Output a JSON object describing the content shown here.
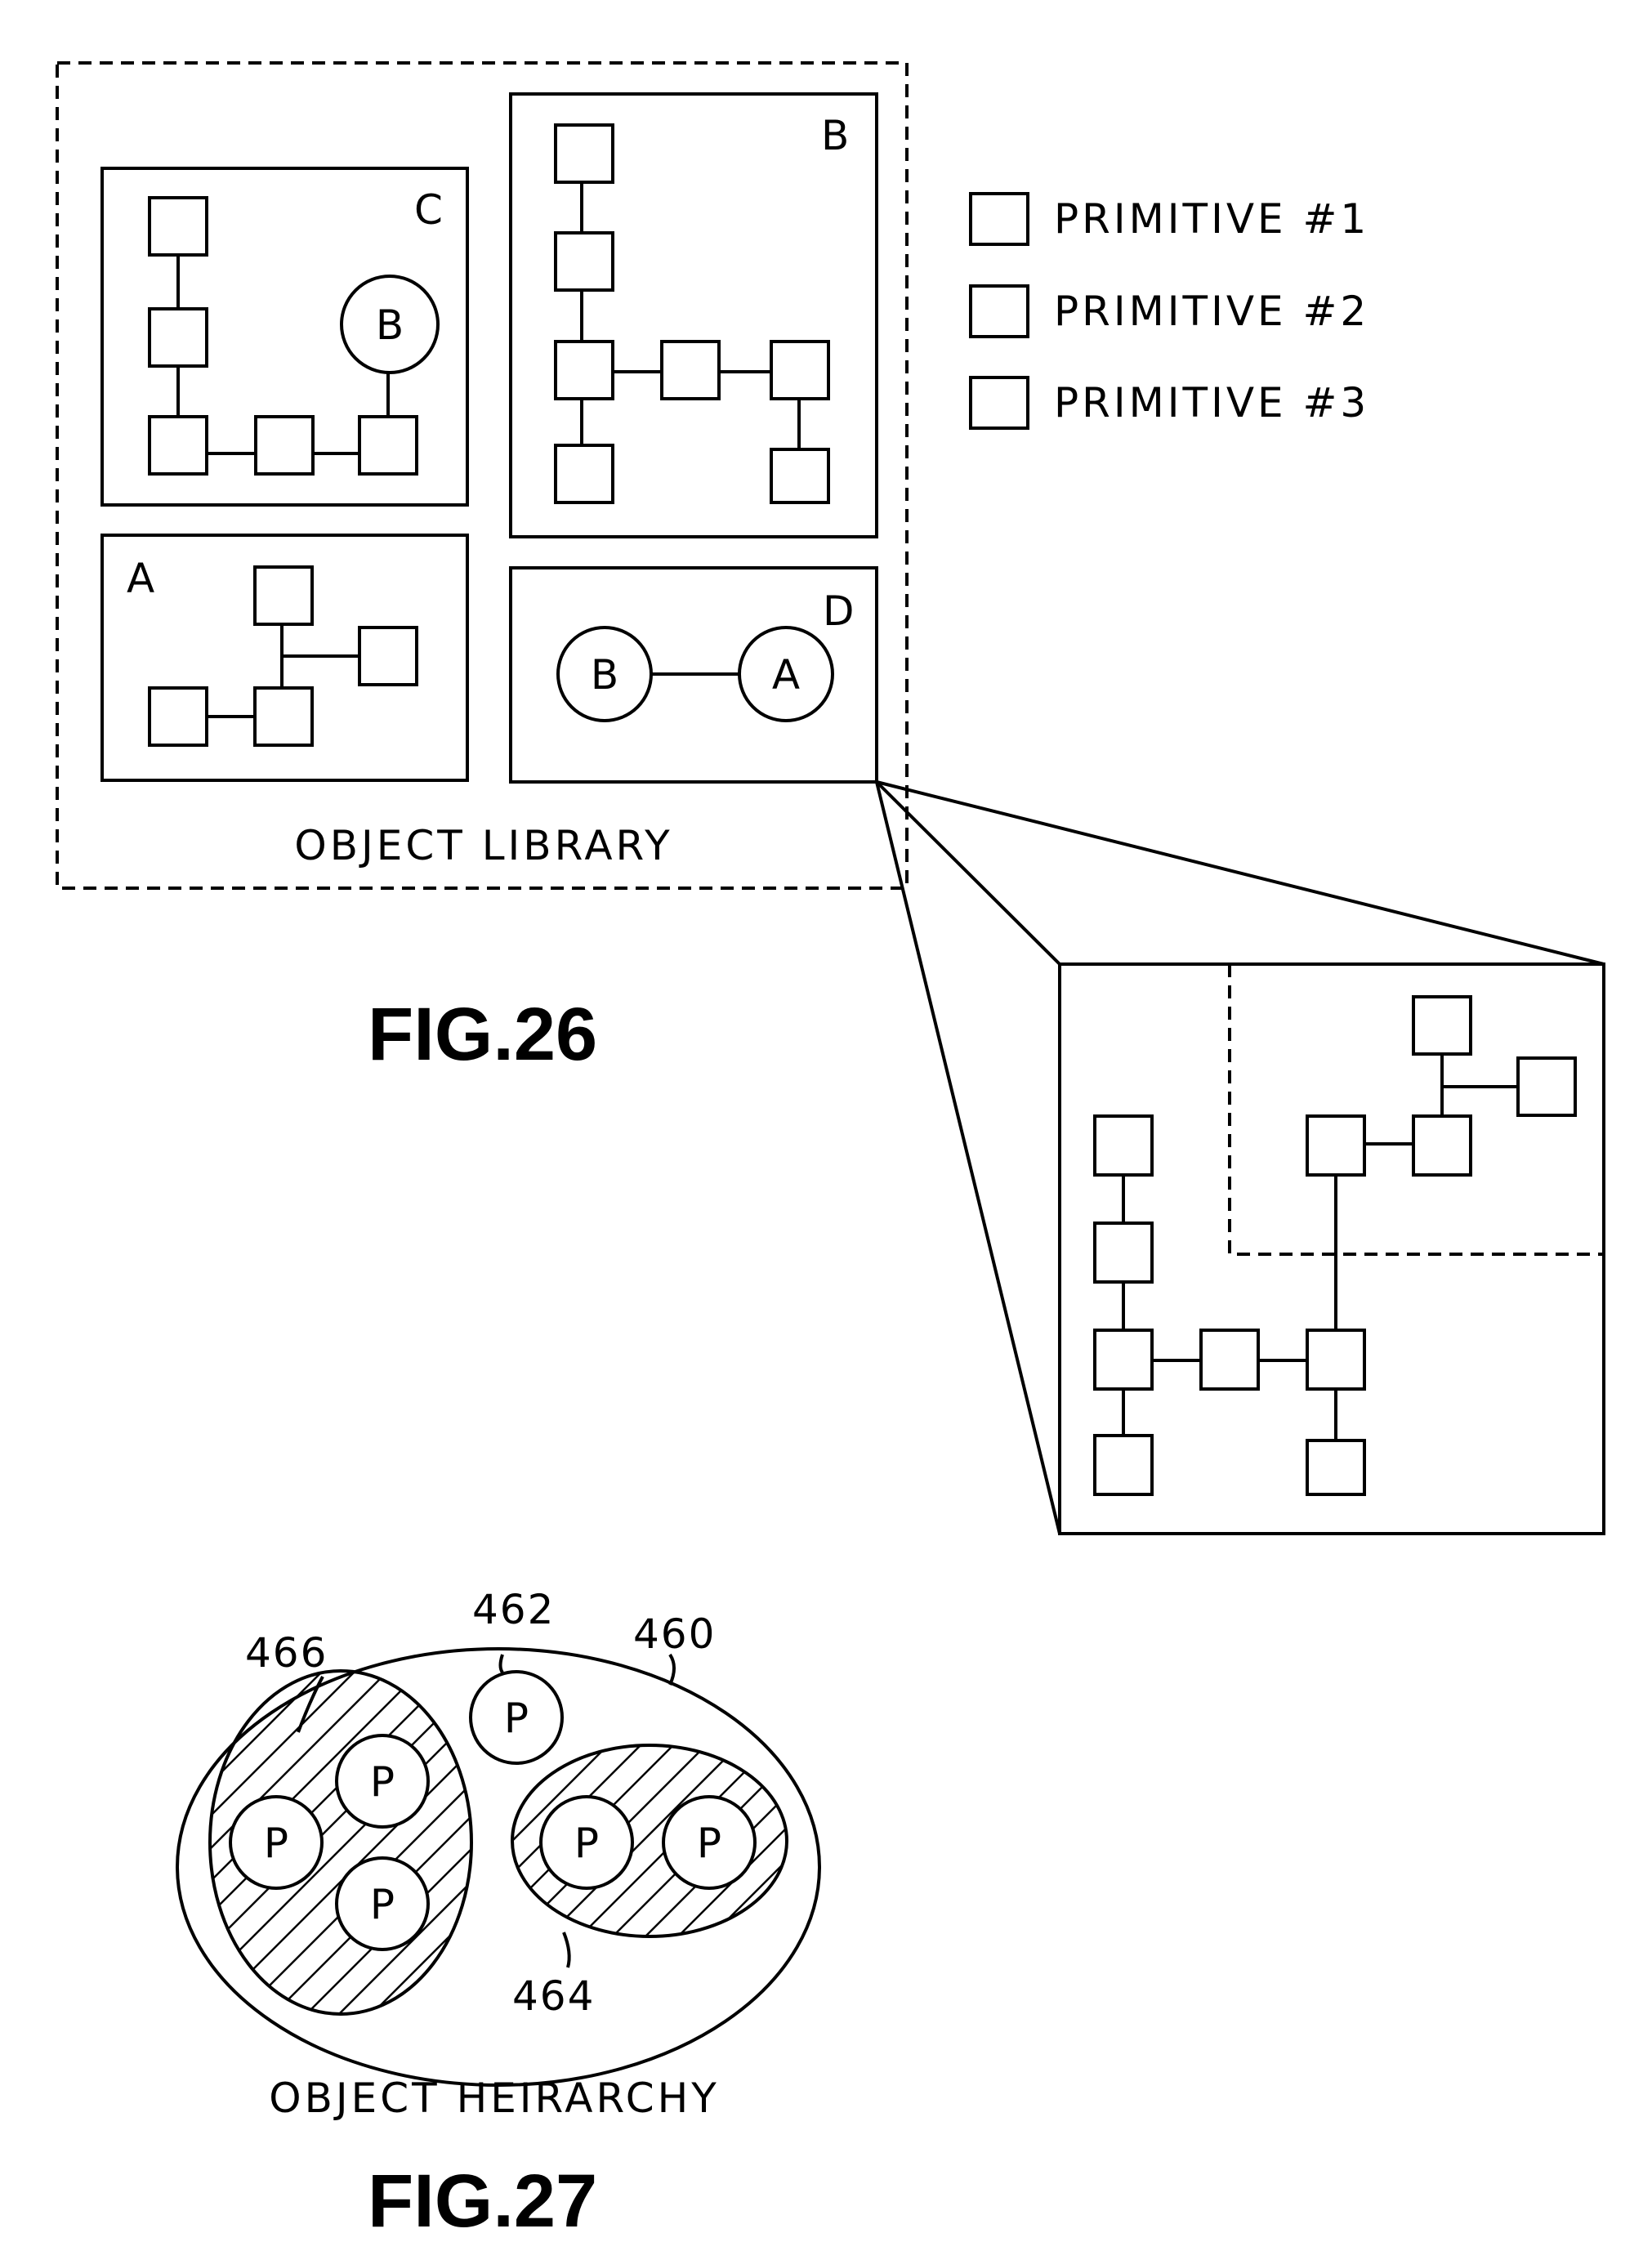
{
  "fig26": {
    "library_label": "OBJECT LIBRARY",
    "caption": "FIG.26",
    "panels": {
      "A": "A",
      "B": "B",
      "C": "C",
      "D": "D"
    },
    "nodes": {
      "C_B": "B",
      "D_B": "B",
      "D_A": "A"
    },
    "legend": [
      {
        "label": "PRIMITIVE #1",
        "pattern": "hatch-backslash"
      },
      {
        "label": "PRIMITIVE #2",
        "pattern": "hatch-slash"
      },
      {
        "label": "PRIMITIVE #3",
        "pattern": "horizontal-lines"
      }
    ]
  },
  "fig27": {
    "caption": "FIG.27",
    "hierarchy_label": "OBJECT HEIRARCHY",
    "refs": {
      "r460": "460",
      "r462": "462",
      "r464": "464",
      "r466": "466"
    },
    "primitive_symbol": "P"
  },
  "colors": {
    "ink": "#000000",
    "paper": "#ffffff"
  }
}
